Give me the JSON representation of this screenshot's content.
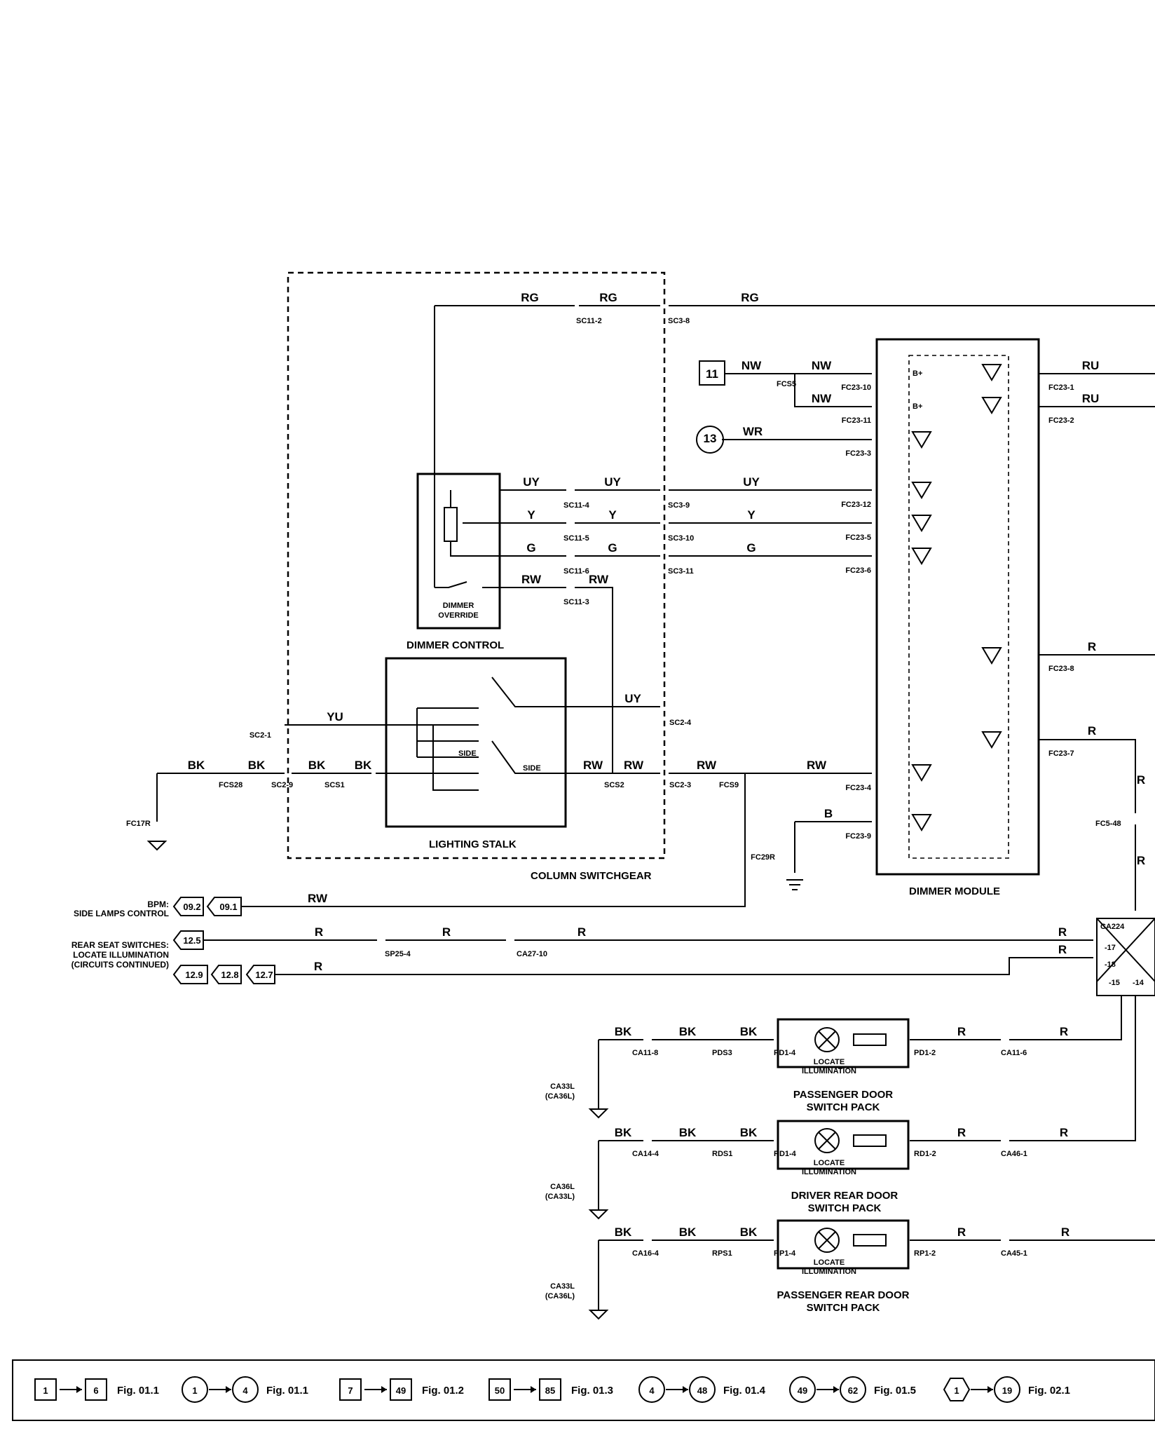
{
  "modules": {
    "column_switchgear": "COLUMN SWITCHGEAR",
    "dimmer_control": "DIMMER CONTROL",
    "dimmer_override": [
      "DIMMER",
      "OVERRIDE"
    ],
    "lighting_stalk": "LIGHTING STALK",
    "side": "SIDE",
    "dimmer_module": "DIMMER MODULE",
    "b_plus": "B+",
    "locate_illumination": [
      "LOCATE",
      "ILLUMINATION"
    ],
    "passenger_door": [
      "PASSENGER DOOR",
      "SWITCH PACK"
    ],
    "driver_rear_door": [
      "DRIVER REAR DOOR",
      "SWITCH PACK"
    ],
    "passenger_rear_door": [
      "PASSENGER REAR DOOR",
      "SWITCH PACK"
    ]
  },
  "wires": [
    "RG",
    "RG",
    "RG",
    "NW",
    "NW",
    "NW",
    "RU",
    "RU",
    "WR",
    "UY",
    "UY",
    "UY",
    "Y",
    "Y",
    "Y",
    "G",
    "G",
    "G",
    "RW",
    "RW",
    "R",
    "UY",
    "YU",
    "R",
    "BK",
    "BK",
    "BK",
    "BK",
    "RW",
    "RW",
    "RW",
    "RW",
    "R",
    "B",
    "R",
    "RW",
    "R",
    "R",
    "R",
    "R",
    "R",
    "R",
    "BK",
    "BK",
    "BK",
    "R",
    "R",
    "BK",
    "BK",
    "BK",
    "R",
    "R",
    "BK",
    "BK",
    "BK",
    "R",
    "R"
  ],
  "connectors": [
    "SC11-2",
    "SC3-8",
    "FCS5",
    "FC23-10",
    "FC23-11",
    "FC23-1",
    "FC23-2",
    "FC23-3",
    "SC11-4",
    "SC3-9",
    "FC23-12",
    "SC11-5",
    "SC3-10",
    "FC23-5",
    "SC11-6",
    "SC3-11",
    "FC23-6",
    "SC11-3",
    "FC23-8",
    "SC2-4",
    "FC23-7",
    "SC2-1",
    "FCS28",
    "SC2-9",
    "SCS1",
    "SCS2",
    "SC2-3",
    "FCS9",
    "FC23-4",
    "FC17R",
    "FC23-9",
    "FC29R",
    "FC5-48",
    "CA224",
    "-17",
    "-18",
    "-15",
    "-14",
    "SP25-4",
    "CA27-10",
    "CA11-8",
    "PDS3",
    "PD1-4",
    "PD1-2",
    "CA11-6",
    "CA33L",
    "(CA36L)",
    "CA14-4",
    "RDS1",
    "RD1-4",
    "RD1-2",
    "CA46-1",
    "CA36L",
    "(CA33L)",
    "CA16-4",
    "RPS1",
    "RP1-4",
    "RP1-2",
    "CA45-1",
    "CA33L",
    "(CA36L)"
  ],
  "refs": {
    "r11": "11",
    "r13": "13",
    "bpm": [
      "BPM:",
      "SIDE LAMPS CONTROL"
    ],
    "rss": [
      "REAR SEAT SWITCHES:",
      "LOCATE ILLUMINATION",
      "(CIRCUITS CONTINUED)"
    ],
    "arrows": [
      "09.2",
      "09.1",
      "12.5",
      "12.9",
      "12.8",
      "12.7"
    ]
  },
  "legend": {
    "items": [
      {
        "a": "1",
        "b": "6",
        "fig": "Fig. 01.1"
      },
      {
        "a": "1",
        "b": "4",
        "fig": "Fig. 01.1"
      },
      {
        "a": "7",
        "b": "49",
        "fig": "Fig. 01.2"
      },
      {
        "a": "50",
        "b": "85",
        "fig": "Fig. 01.3"
      },
      {
        "a": "4",
        "b": "48",
        "fig": "Fig. 01.4"
      },
      {
        "a": "49",
        "b": "62",
        "fig": "Fig. 01.5"
      },
      {
        "a": "1",
        "b": "19",
        "fig": "Fig. 02.1"
      }
    ]
  }
}
